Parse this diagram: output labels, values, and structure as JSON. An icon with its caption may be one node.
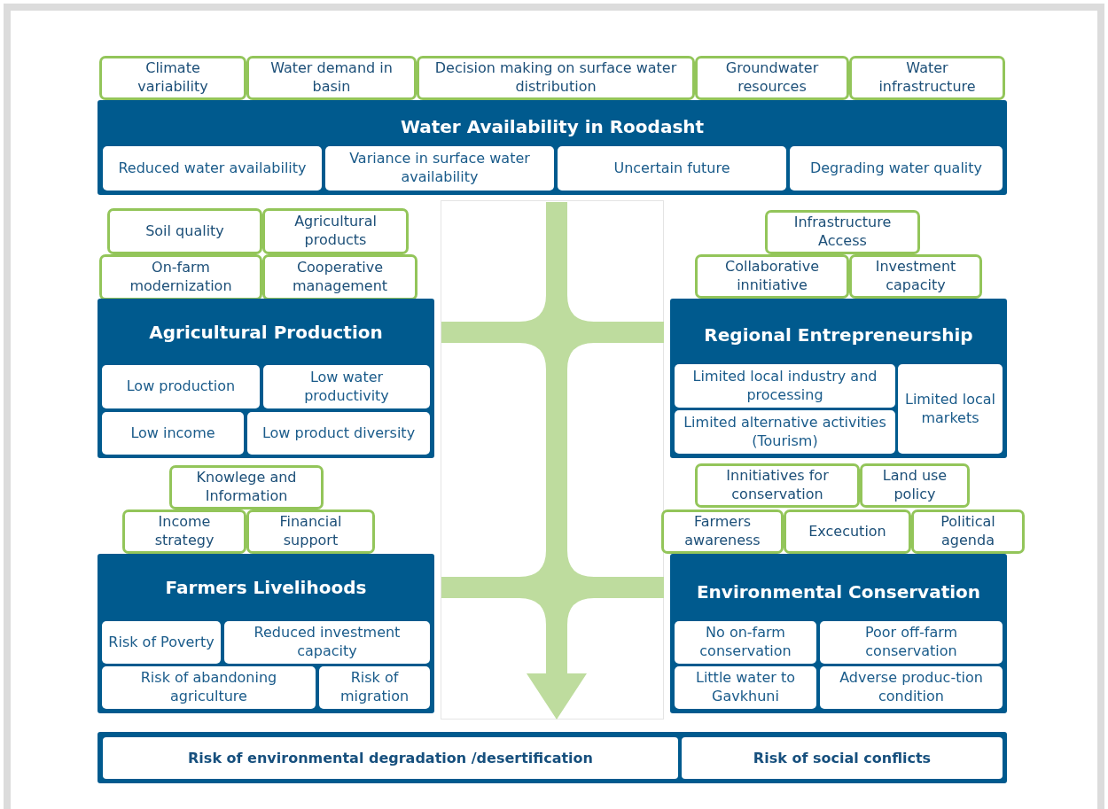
{
  "diagram": {
    "nodes": [
      {
        "text": [
          "Climate variability"
        ]
      },
      {
        "text": [
          "Water demand in basin"
        ]
      },
      {
        "text": [
          "Decision making on surface water distribution"
        ]
      },
      {
        "text": [
          "Groundwater resources"
        ]
      },
      {
        "text": [
          "Water infrastructure"
        ]
      },
      {
        "text": [
          "Water Availability in Roodasht"
        ]
      },
      {
        "text": [
          "Reduced water availability"
        ],
        "in": 5
      },
      {
        "text": [
          "Variance in surface water availability"
        ],
        "in": 5
      },
      {
        "text": [
          "Uncertain future"
        ],
        "in": 5
      },
      {
        "text": [
          "Degrading water quality"
        ],
        "in": 5
      },
      {
        "text": [
          "Soil quality"
        ]
      },
      {
        "text": [
          "Agricultural products"
        ]
      },
      {
        "text": [
          "On-farm modernization"
        ]
      },
      {
        "text": [
          "Cooperative management"
        ]
      },
      {
        "text": [
          "Agricultural Production"
        ]
      },
      {
        "text": [
          "Low production"
        ],
        "in": 14
      },
      {
        "text": [
          "Low water productivity"
        ],
        "in": 14
      },
      {
        "text": [
          "Low income"
        ],
        "in": 14
      },
      {
        "text": [
          "Low product diversity"
        ],
        "in": 14
      },
      {
        "text": [
          "Infrastructure Access"
        ]
      },
      {
        "text": [
          "Collaborative innitiative"
        ]
      },
      {
        "text": [
          "Investment capacity"
        ]
      },
      {
        "text": [
          "Regional Entrepreneurship"
        ]
      },
      {
        "text": [
          "Limited local industry and processing"
        ],
        "in": 22
      },
      {
        "text": [
          "Limited local markets"
        ],
        "in": 22
      },
      {
        "text": [
          "Limited alternative activities (Tourism)"
        ],
        "in": 22
      },
      {
        "text": [
          "Knowlege and Information"
        ]
      },
      {
        "text": [
          "Income strategy"
        ]
      },
      {
        "text": [
          "Financial support"
        ]
      },
      {
        "text": [
          "Farmers Livelihoods"
        ]
      },
      {
        "text": [
          "Risk of Poverty"
        ],
        "in": 29
      },
      {
        "text": [
          "Reduced investment capacity"
        ],
        "in": 29
      },
      {
        "text": [
          "Risk of abandoning agriculture"
        ],
        "in": 29
      },
      {
        "text": [
          "Risk of migration"
        ],
        "in": 29
      },
      {
        "text": [
          "Innitiatives for conservation"
        ]
      },
      {
        "text": [
          "Land use policy"
        ]
      },
      {
        "text": [
          "Farmers awareness"
        ]
      },
      {
        "text": [
          "Excecution"
        ]
      },
      {
        "text": [
          "Political agenda"
        ]
      },
      {
        "text": [
          "Environmental Conservation"
        ]
      },
      {
        "text": [
          "No on-farm conservation"
        ],
        "in": 39
      },
      {
        "text": [
          "Poor off-farm conservation"
        ],
        "in": 39
      },
      {
        "text": [
          "Little water to Gavkhuni"
        ],
        "in": 39
      },
      {
        "text": [
          "Adverse produc-tion condition"
        ],
        "in": 39
      },
      {
        "text": [],
        "shape": "box"
      },
      {
        "text": [
          "Risk of environmental degradation /desertification"
        ],
        "in": 44
      },
      {
        "text": [
          "Risk of social conflicts"
        ],
        "in": 44
      }
    ]
  }
}
